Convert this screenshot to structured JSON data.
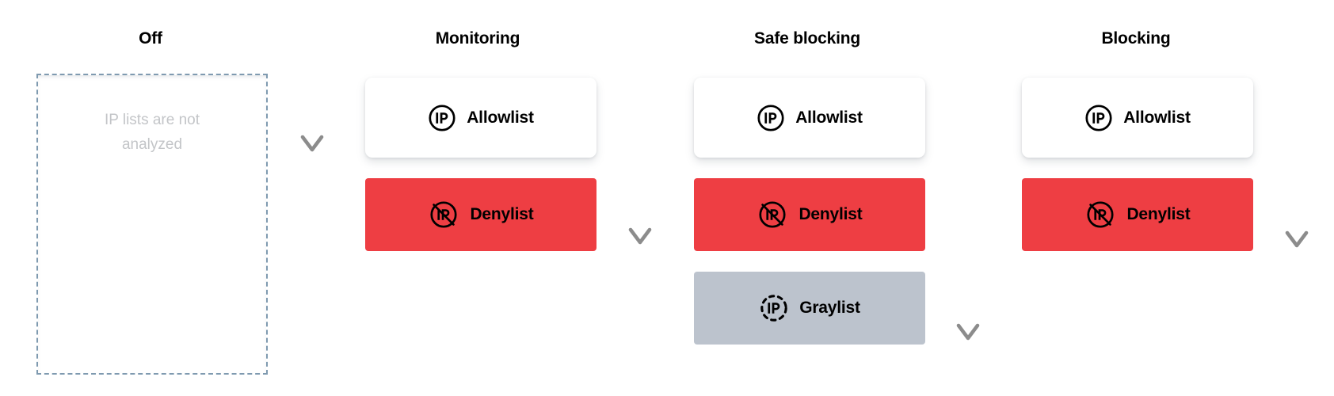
{
  "diagram": {
    "title_row": [
      {
        "label": "Off"
      },
      {
        "label": "Monitoring"
      },
      {
        "label": "Safe blocking"
      },
      {
        "label": "Blocking"
      }
    ],
    "empty_state": {
      "text": "IP lists are not analyzed"
    },
    "columns": [
      {
        "name": "off",
        "header": "Off",
        "cards": []
      },
      {
        "name": "monitoring",
        "header": "Monitoring",
        "cards": [
          {
            "label": "Allowlist",
            "icon": "ip-circle-icon",
            "variant": "allow"
          },
          {
            "label": "Denylist",
            "icon": "ip-circle-slash-icon",
            "variant": "deny"
          }
        ]
      },
      {
        "name": "safe-blocking",
        "header": "Safe blocking",
        "cards": [
          {
            "label": "Allowlist",
            "icon": "ip-circle-icon",
            "variant": "allow"
          },
          {
            "label": "Denylist",
            "icon": "ip-circle-slash-icon",
            "variant": "deny"
          },
          {
            "label": "Graylist",
            "icon": "ip-dashed-circle-icon",
            "variant": "gray"
          }
        ]
      },
      {
        "name": "blocking",
        "header": "Blocking",
        "cards": [
          {
            "label": "Allowlist",
            "icon": "ip-circle-icon",
            "variant": "allow"
          },
          {
            "label": "Denylist",
            "icon": "ip-circle-slash-icon",
            "variant": "deny"
          }
        ]
      }
    ],
    "arrows": [
      {
        "name": "arrow-off-to-monitoring",
        "icon": "arrow-down-icon"
      },
      {
        "name": "arrow-monitoring-to-safe-blocking",
        "icon": "arrow-down-icon"
      },
      {
        "name": "arrow-safe-blocking-to-blocking",
        "icon": "arrow-down-icon"
      },
      {
        "name": "arrow-blocking-end",
        "icon": "arrow-down-icon"
      }
    ],
    "colors": {
      "denylist_red": "#ee3e43",
      "graylist_gray": "#bcc3cd",
      "allowlist_white": "#ffffff",
      "placeholder_border": "#7f9ab0",
      "placeholder_text": "#c3c5c8",
      "arrow_top": "#000000",
      "arrow_bottom": "#8c8c8c",
      "header_text": "#000000"
    }
  }
}
